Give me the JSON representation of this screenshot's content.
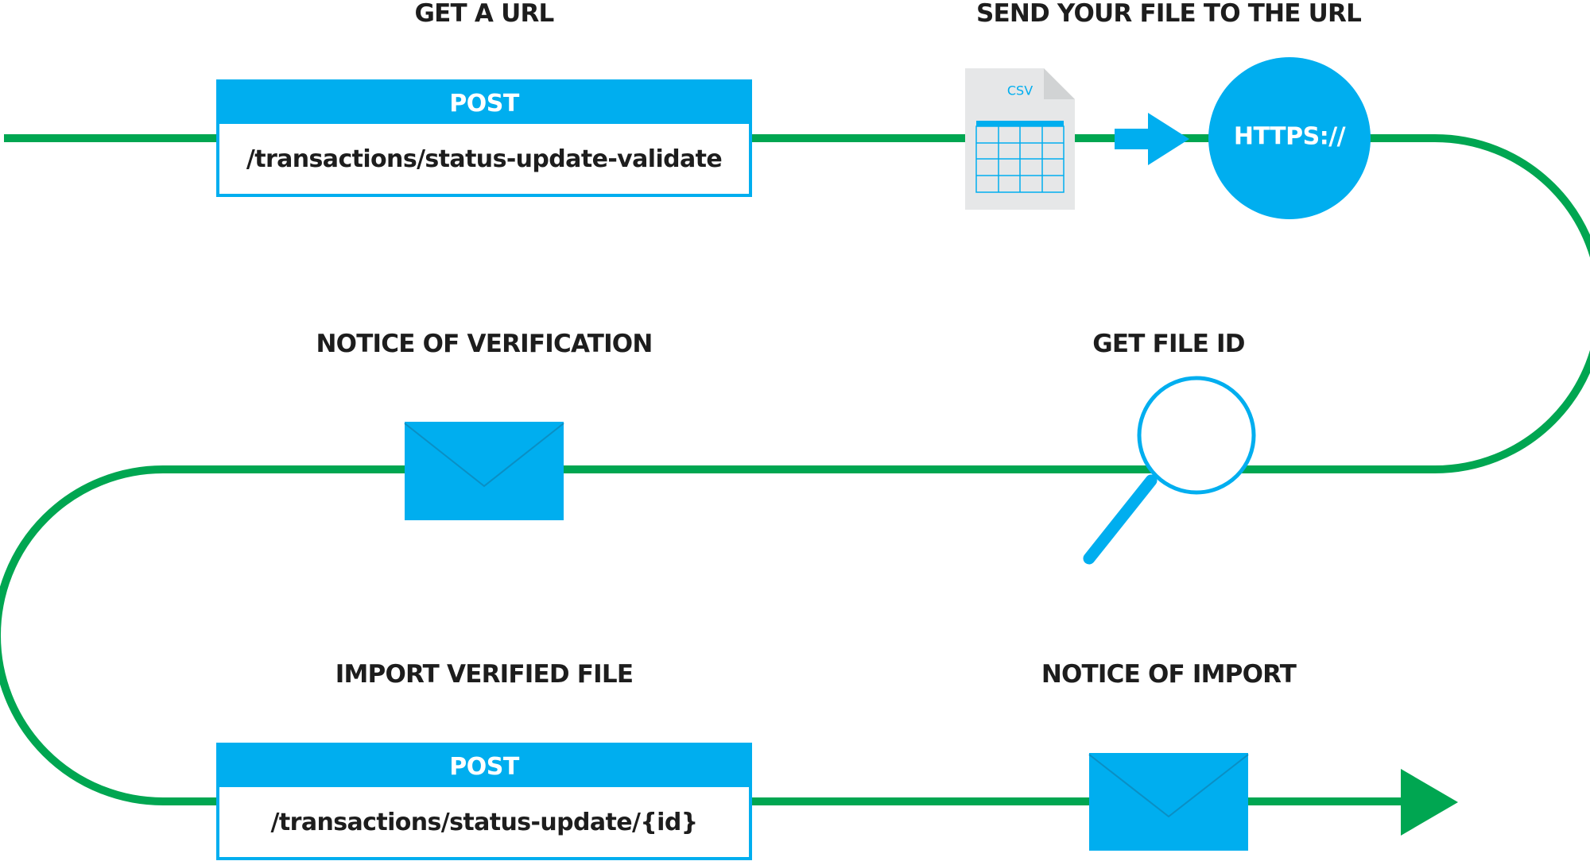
{
  "steps": {
    "get_url": "GET A URL",
    "send_file": "SEND YOUR FILE TO THE URL",
    "notice_verification": "NOTICE OF VERIFICATION",
    "get_file_id": "GET FILE ID",
    "import_verified": "IMPORT VERIFIED FILE",
    "notice_import": "NOTICE OF IMPORT"
  },
  "requests": [
    {
      "method": "POST",
      "path": "/transactions/status-update-validate"
    },
    {
      "method": "POST",
      "path": "/transactions/status-update/{id}"
    }
  ],
  "file_icon": {
    "label": "CSV"
  },
  "url_badge": {
    "label": "HTTPS://"
  },
  "colors": {
    "flow_line": "#00a651",
    "accent": "#00aeef",
    "text": "#1d1d1d",
    "file_paper": "#e6e7e8",
    "file_fold": "#d1d3d4"
  },
  "icons": [
    "csv-file-icon",
    "arrow-right-icon",
    "magnifier-icon",
    "envelope-icon",
    "end-arrow-icon"
  ]
}
